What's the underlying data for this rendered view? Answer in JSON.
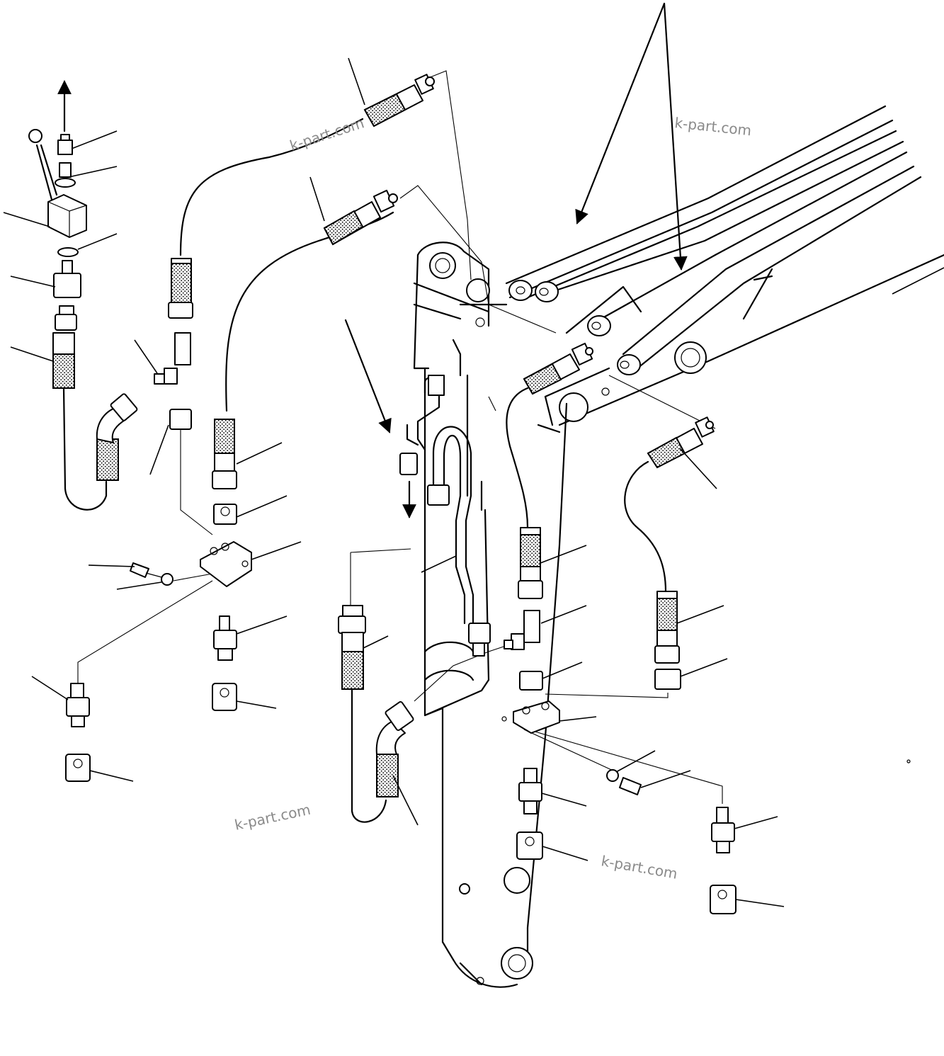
{
  "diagram": {
    "type": "exploded parts diagram (hydraulic piping on arm)",
    "watermarks": [
      "k-part.com",
      "k-part.com",
      "k-part.com",
      "k-part.com"
    ],
    "callout_numbers_visible": false
  }
}
